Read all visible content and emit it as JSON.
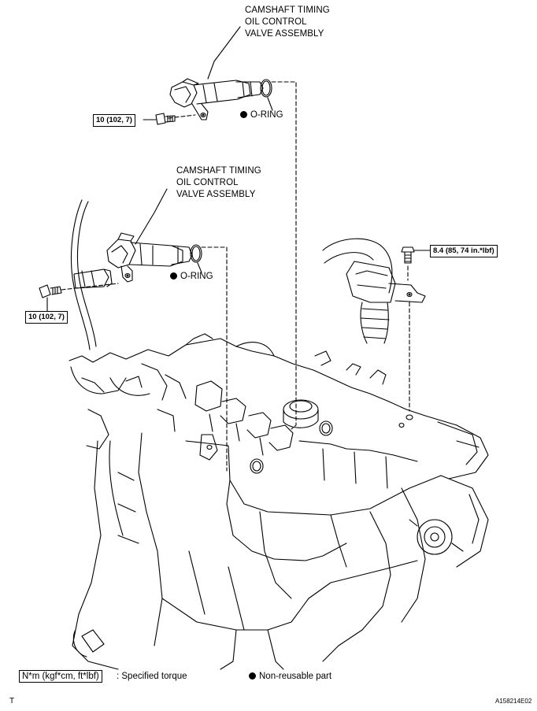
{
  "callouts": {
    "valve_top": {
      "line1": "CAMSHAFT TIMING",
      "line2": "OIL CONTROL",
      "line3": "VALVE ASSEMBLY"
    },
    "valve_mid": {
      "line1": "CAMSHAFT TIMING",
      "line2": "OIL CONTROL",
      "line3": "VALVE ASSEMBLY"
    },
    "oring_top": "O-RING",
    "oring_mid": "O-RING"
  },
  "torque_specs": {
    "top_bolt": "10 (102, 7)",
    "mid_bolt": "10 (102, 7)",
    "right_bolt": "8.4 (85, 74 in.*lbf)"
  },
  "legend": {
    "torque_unit": "N*m (kgf*cm, ft*lbf)",
    "torque_desc": ": Specified torque",
    "nonreusable_desc": "Non-reusable part"
  },
  "footer": {
    "left_mark": "T",
    "figure_id": "A158214E02"
  },
  "colors": {
    "ink": "#000000",
    "paper": "#ffffff"
  },
  "icons": {
    "non_reusable_marker": "filled-circle"
  }
}
